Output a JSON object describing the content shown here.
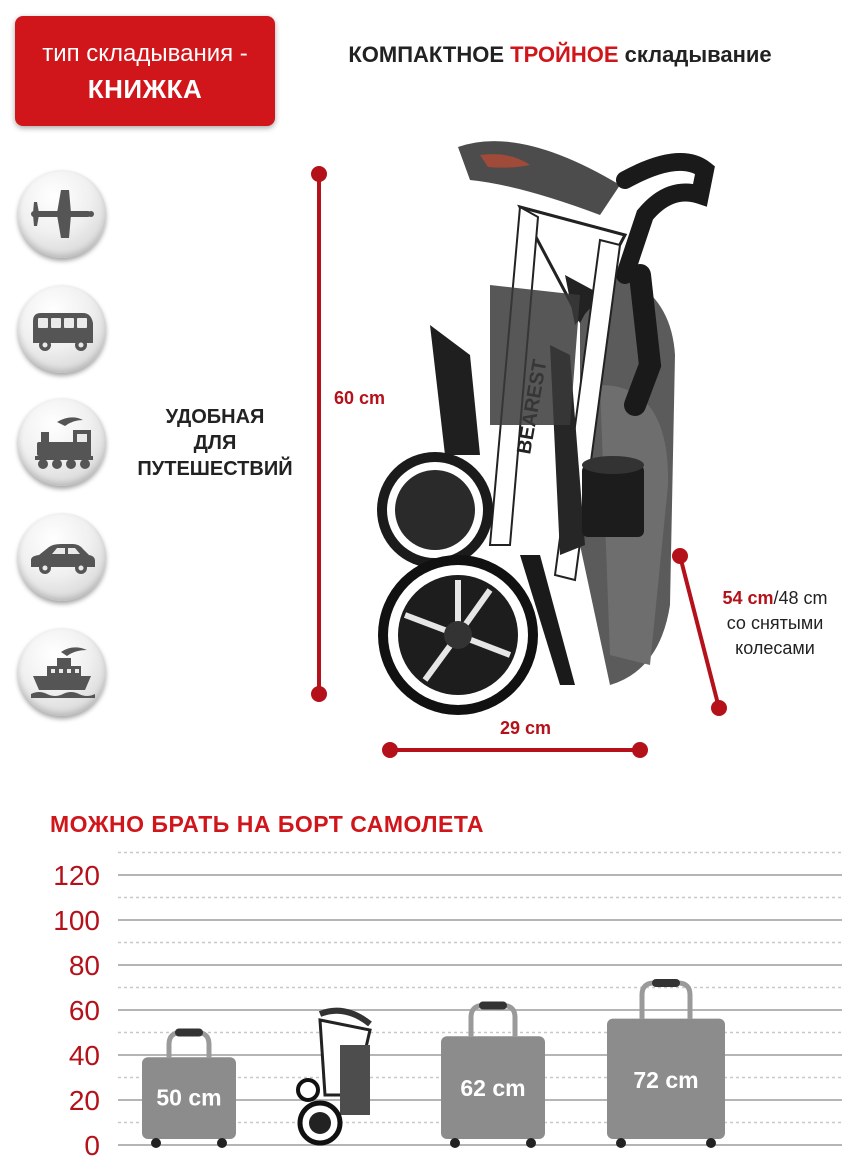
{
  "badge": {
    "line1": "тип складывания -",
    "line2": "КНИЖКА"
  },
  "headline": {
    "part1": "КОМПАКТНОЕ ",
    "highlight": "ТРОЙНОЕ",
    "part2": " складывание"
  },
  "travel": {
    "line1": "УДОБНАЯ",
    "line2": "ДЛЯ",
    "line3": "ПУТЕШЕСТВИЙ"
  },
  "icons": [
    "airplane-icon",
    "bus-icon",
    "train-icon",
    "car-icon",
    "ship-icon"
  ],
  "dimensions": {
    "height": "60 cm",
    "width": "29 cm",
    "depth_main": "54 cm",
    "depth_alt": "/48 cm",
    "depth_note1": "со снятыми",
    "depth_note2": "колесами"
  },
  "stroller_brand": "BEAREST",
  "section_title": "МОЖНО БРАТЬ НА БОРТ САМОЛЕТА",
  "chart_data": {
    "type": "bar",
    "ylim": [
      0,
      120
    ],
    "yticks": [
      "0",
      "20",
      "40",
      "60",
      "80",
      "100",
      "120"
    ],
    "grid": true,
    "categories": [
      "50 cm",
      "stroller",
      "62 cm",
      "72 cm"
    ],
    "labels": [
      "50 cm",
      "",
      "62 cm",
      "72 cm"
    ],
    "values": [
      50,
      60,
      62,
      72
    ]
  },
  "colors": {
    "accent": "#d0161b",
    "dimension": "#b4111a",
    "suitcase": "#8c8c8c"
  }
}
